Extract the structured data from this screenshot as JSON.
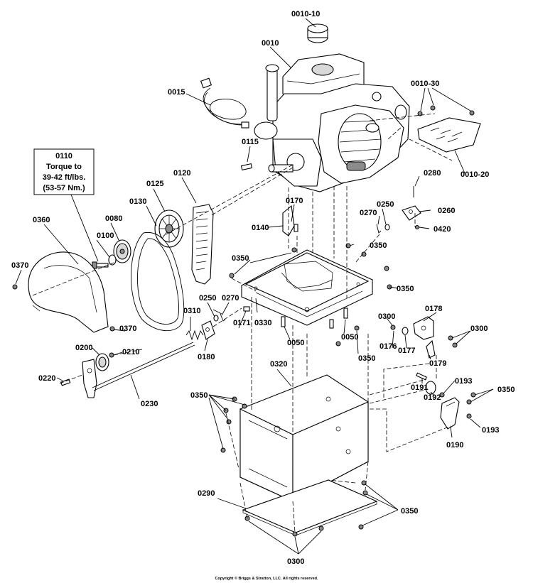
{
  "callouts": {
    "c_0010_10": "0010-10",
    "c_0010": "0010",
    "c_0015": "0015",
    "c_0010_30": "0010-30",
    "c_0115": "0115",
    "c_0010_20": "0010-20",
    "c_0125": "0125",
    "c_0120": "0120",
    "c_0280": "0280",
    "c_0130": "0130",
    "c_0080": "0080",
    "c_0170": "0170",
    "c_0250a": "0250",
    "c_0260": "0260",
    "c_0270a": "0270",
    "c_0360": "0360",
    "c_0100": "0100",
    "c_0140": "0140",
    "c_0420": "0420",
    "c_0350a": "0350",
    "c_0350b": "0350",
    "c_0370a": "0370",
    "c_0350c": "0350",
    "c_0250b": "0250",
    "c_0270b": "0270",
    "c_0310": "0310",
    "c_0178": "0178",
    "c_0300a": "0300",
    "c_0171": "0171",
    "c_0330": "0330",
    "c_0300b": "0300",
    "c_0050a": "0050",
    "c_0370b": "0370",
    "c_0176": "0176",
    "c_0177": "0177",
    "c_0050b": "0050",
    "c_0200": "0200",
    "c_0210": "0210",
    "c_0180": "0180",
    "c_0350d": "0350",
    "c_0179": "0179",
    "c_0320": "0320",
    "c_0220": "0220",
    "c_0193a": "0193",
    "c_0191": "0191",
    "c_0350e": "0350",
    "c_0350f": "0350",
    "c_0192": "0192",
    "c_0230": "0230",
    "c_0193b": "0193",
    "c_0190": "0190",
    "c_0290": "0290",
    "c_0350g": "0350",
    "c_0300c": "0300"
  },
  "torque_note": {
    "ref": "0110",
    "line1": "Torque to",
    "line2": "39-42 ft/lbs.",
    "line3": "(53-57 Nm.)"
  },
  "copyright": "Copyright © Briggs & Stratton, LLC. All rights reserved."
}
